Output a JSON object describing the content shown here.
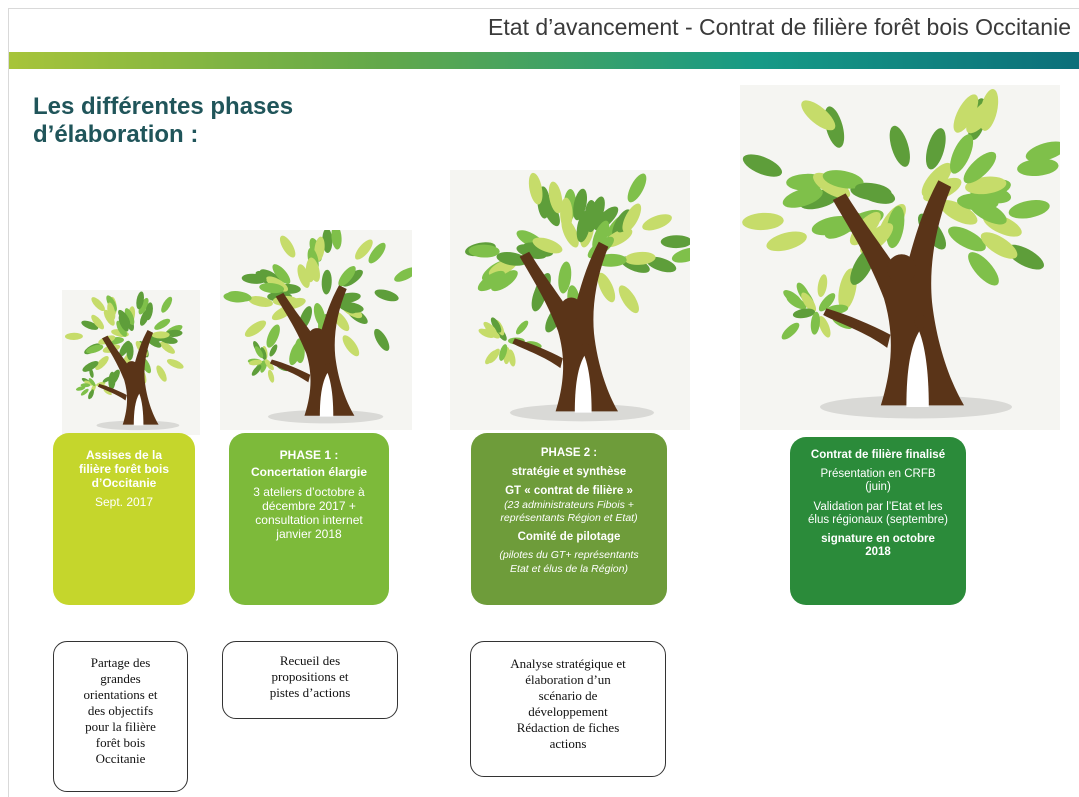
{
  "header": {
    "title": "Etat d’avancement - Contrat de filière forêt bois Occitanie"
  },
  "section": {
    "title_line1": "Les différentes phases",
    "title_line2": "d’élaboration :"
  },
  "colors": {
    "stage1": "#c5d62c",
    "stage2": "#7dba3a",
    "stage3": "#6e9c3a",
    "stage4": "#2b8b3a",
    "trunk": "#5a3418",
    "leaf_light": "#c6dc6a",
    "leaf_mid": "#7fc04a",
    "leaf_dark": "#5e9e3a"
  },
  "stages": [
    {
      "lines": [
        {
          "text": "Assises de la",
          "style": "b"
        },
        {
          "text": "filière forêt bois",
          "style": "b"
        },
        {
          "text": "d’Occitanie",
          "style": "b"
        },
        {
          "text": "Sept. 2017",
          "style": ""
        }
      ],
      "note": [
        "Partage des",
        "grandes",
        "orientations et",
        "des objectifs",
        "pour la filière",
        "forêt bois",
        "Occitanie"
      ]
    },
    {
      "lines": [
        {
          "text": "PHASE 1 :",
          "style": "b"
        },
        {
          "text": "Concertation élargie",
          "style": "b"
        },
        {
          "text": "3 ateliers d’octobre à",
          "style": ""
        },
        {
          "text": "décembre 2017 +",
          "style": ""
        },
        {
          "text": "consultation internet",
          "style": ""
        },
        {
          "text": "janvier 2018",
          "style": ""
        }
      ],
      "note": [
        "Recueil des",
        "propositions et",
        "pistes d’actions"
      ]
    },
    {
      "lines": [
        {
          "text": "PHASE 2 :",
          "style": "b"
        },
        {
          "text": "stratégie et synthèse",
          "style": "b"
        },
        {
          "text": "GT « contrat de filière »",
          "style": "b"
        },
        {
          "text": "(23 administrateurs Fibois +",
          "style": "i"
        },
        {
          "text": "représentants Région et Etat)",
          "style": "i"
        },
        {
          "text": "Comité de pilotage",
          "style": "b"
        },
        {
          "text": "(pilotes du GT+ représentants",
          "style": "i"
        },
        {
          "text": "Etat et élus de la Région)",
          "style": "i"
        }
      ],
      "note": [
        "Analyse stratégique et",
        "élaboration d’un",
        "scénario de",
        "développement",
        "Rédaction de fiches",
        "actions"
      ]
    },
    {
      "lines": [
        {
          "text": "Contrat de filière finalisé",
          "style": "b"
        },
        {
          "text": "Présentation en CRFB",
          "style": ""
        },
        {
          "text": "(juin)",
          "style": ""
        },
        {
          "text": "Validation par l’Etat et les",
          "style": ""
        },
        {
          "text": "élus régionaux (septembre)",
          "style": ""
        },
        {
          "text": "signature en octobre",
          "style": "b"
        },
        {
          "text": "2018",
          "style": "b"
        }
      ],
      "note": []
    }
  ]
}
